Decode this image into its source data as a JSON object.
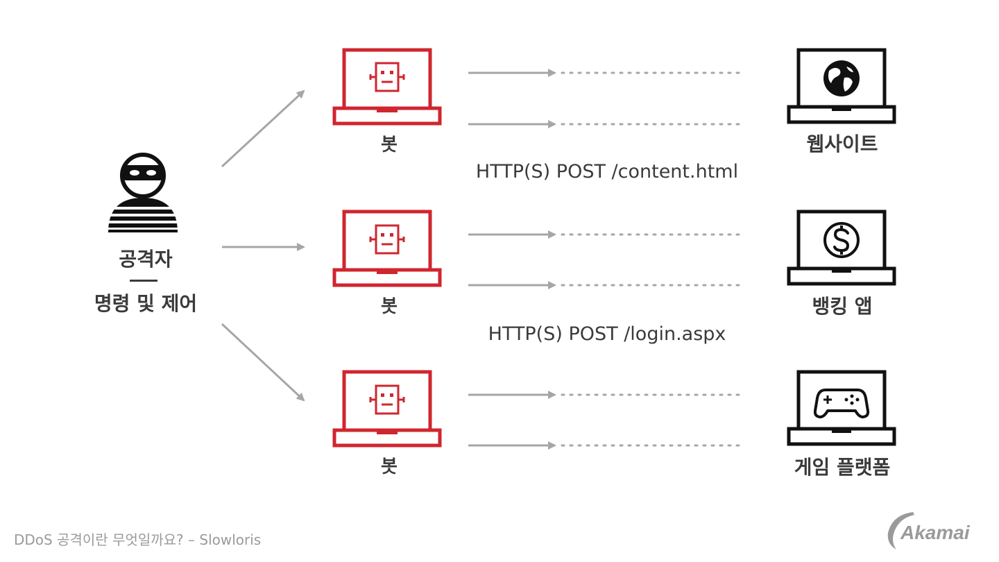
{
  "attacker": {
    "label": "공격자",
    "sublabel": "명령 및 제어"
  },
  "bots": [
    {
      "label": "봇"
    },
    {
      "label": "봇"
    },
    {
      "label": "봇"
    }
  ],
  "targets": [
    {
      "label": "웹사이트",
      "icon": "globe-icon"
    },
    {
      "label": "뱅킹 앱",
      "icon": "dollar-icon"
    },
    {
      "label": "게임 플랫폼",
      "icon": "gamepad-icon"
    }
  ],
  "requests": [
    {
      "text": "HTTP(S) POST /content.html"
    },
    {
      "text": "HTTP(S) POST /login.aspx"
    }
  ],
  "footer": {
    "caption": "DDoS 공격이란 무엇일까요? – Slowloris"
  },
  "brand": {
    "name": "Akamai"
  },
  "colors": {
    "bot": "#d0262e",
    "target": "#111111",
    "arrow": "#a6a6a6",
    "text": "#3a3a3a",
    "footer": "#9a9a9a"
  }
}
